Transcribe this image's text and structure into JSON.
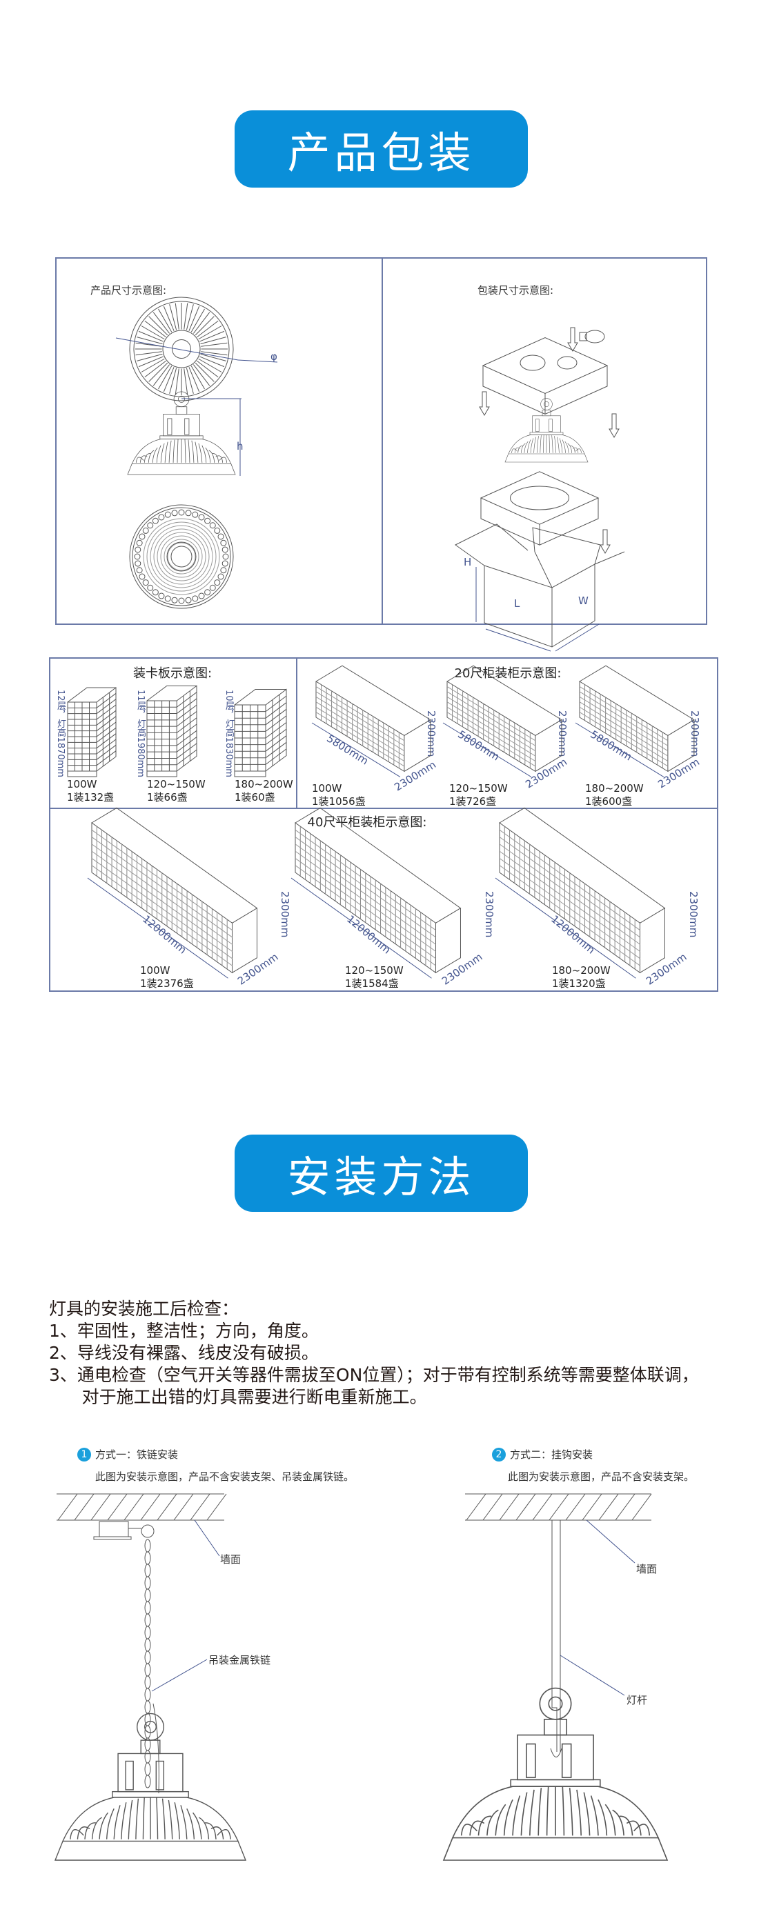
{
  "packaging": {
    "title": "产品包装",
    "product_dims_label": "产品尺寸示意图:",
    "package_dims_label": "包装尺寸示意图:",
    "dim_phi": "φ",
    "dim_h": "h",
    "dim_H": "H",
    "dim_L": "L",
    "dim_W": "W"
  },
  "pallet": {
    "title": "装卡板示意图:",
    "items": [
      {
        "layers": "12层，灯高1870mm",
        "watt": "100W",
        "qty": "1装132盏"
      },
      {
        "layers": "11层，灯高1980mm",
        "watt": "120~150W",
        "qty": "1装66盏"
      },
      {
        "layers": "10层，灯高1830mm",
        "watt": "180~200W",
        "qty": "1装60盏"
      }
    ]
  },
  "container20": {
    "title": "20尺柜装柜示意图:",
    "length": "5800mm",
    "width": "2300mm",
    "height": "2300mm",
    "items": [
      {
        "watt": "100W",
        "qty": "1装1056盏"
      },
      {
        "watt": "120~150W",
        "qty": "1装726盏"
      },
      {
        "watt": "180~200W",
        "qty": "1装600盏"
      }
    ]
  },
  "container40": {
    "title": "40尺平柜装柜示意图:",
    "length": "12000mm",
    "width": "2300mm",
    "height": "2300mm",
    "items": [
      {
        "watt": "100W",
        "qty": "1装2376盏"
      },
      {
        "watt": "120~150W",
        "qty": "1装1584盏"
      },
      {
        "watt": "180~200W",
        "qty": "1装1320盏"
      }
    ]
  },
  "install": {
    "title": "安装方法",
    "check_heading": "灯具的安装施工后检查：",
    "check_items": [
      "1、牢固性，整洁性；方向，角度。",
      "2、导线没有裸露、线皮没有破损。",
      "3、通电检查（空气开关等器件需拔至ON位置）；对于带有控制系统等需要整体联调，",
      "      对于施工出错的灯具需要进行断电重新施工。"
    ],
    "methods": [
      {
        "num": "1",
        "title": "方式一：铁链安装",
        "note": "此图为安装示意图，产品不含安装支架、吊装金属铁链。",
        "wall_label": "墙面",
        "part_label": "吊装金属铁链"
      },
      {
        "num": "2",
        "title": "方式二：挂钩安装",
        "note": "此图为安装示意图，产品不含安装支架。",
        "wall_label": "墙面",
        "part_label": "灯杆"
      }
    ]
  },
  "colors": {
    "accent": "#0a8fd9",
    "frame": "#6b7aa8",
    "dimension": "#44558f"
  }
}
